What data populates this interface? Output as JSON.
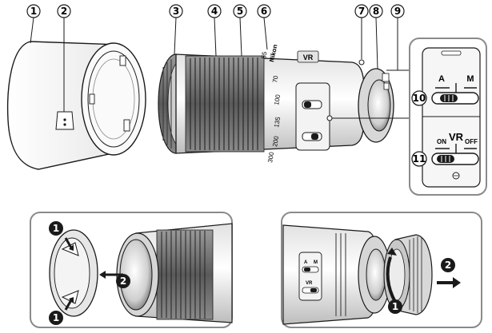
{
  "callouts": {
    "c1": "1",
    "c2": "2",
    "c3": "3",
    "c4": "4",
    "c5": "5",
    "c6": "6",
    "c7": "7",
    "c8": "8",
    "c9": "9",
    "c10": "10",
    "c11": "11"
  },
  "lens": {
    "brand": "Nikon",
    "vr_badge": "VR",
    "zoom_marks": [
      "55",
      "70",
      "100",
      "135",
      "200",
      "300"
    ]
  },
  "focus_switch": {
    "left": "A",
    "right": "M"
  },
  "vr_switch": {
    "on": "ON",
    "label": "VR",
    "off": "OFF"
  },
  "steps": {
    "cap_step1": "1",
    "cap_step2": "2",
    "cap_step1b": "1",
    "rear_step1": "1",
    "rear_step2": "2"
  },
  "rear_panel": {
    "mini_a": "A",
    "mini_m": "M",
    "mini_vr": "VR"
  },
  "colors": {
    "ink": "#1a1a1a",
    "panel_border": "#8a8a8a",
    "metal": "#9a9a9a"
  }
}
